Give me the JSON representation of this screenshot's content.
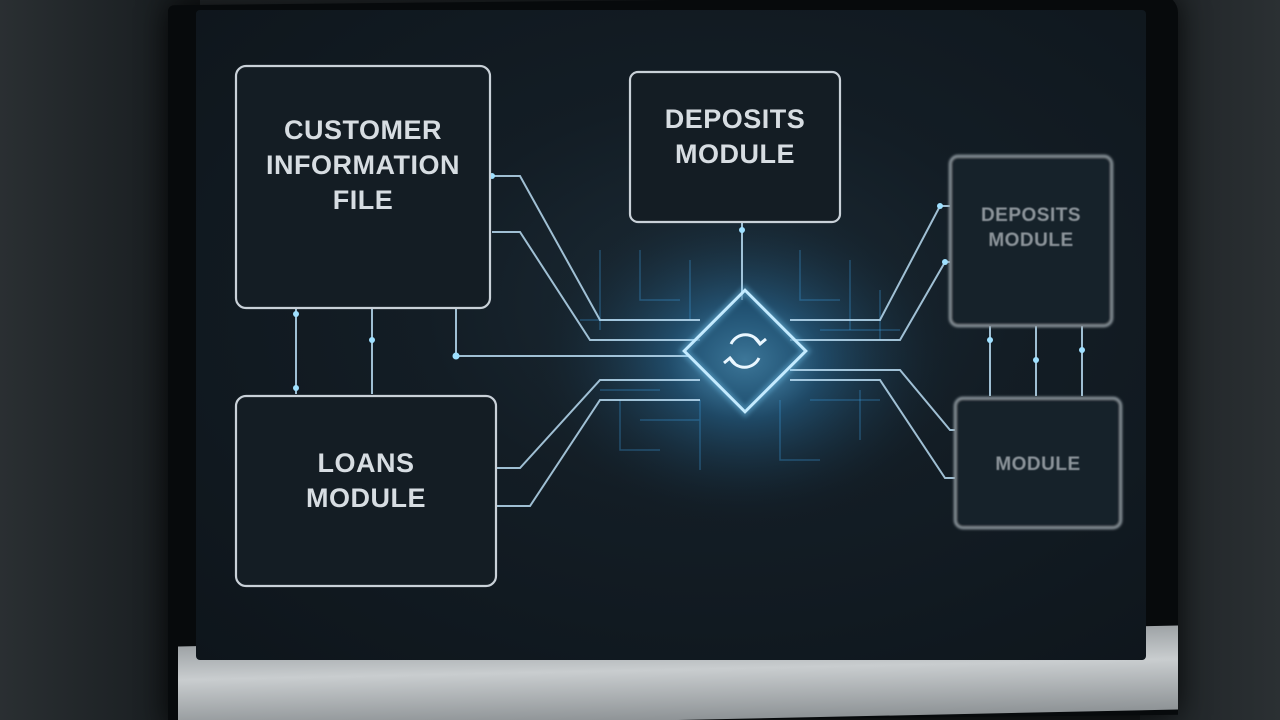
{
  "boxes": {
    "customer_information_file": "CUSTOMER\nINFORMATION\nFILE",
    "deposits_module": "DEPOSITS\nMODULE",
    "loans_module": "LOANS\nMODULE",
    "right_upper_module": "DEPOSITS\nMODULE",
    "right_lower_module": "MODULE"
  },
  "hub": {
    "icon": "sync-icon"
  },
  "colors": {
    "accent_glow": "#6cc8ff",
    "box_border": "#c9d1d8",
    "box_fill": "#141d24",
    "screen_bg": "#0e151b"
  }
}
